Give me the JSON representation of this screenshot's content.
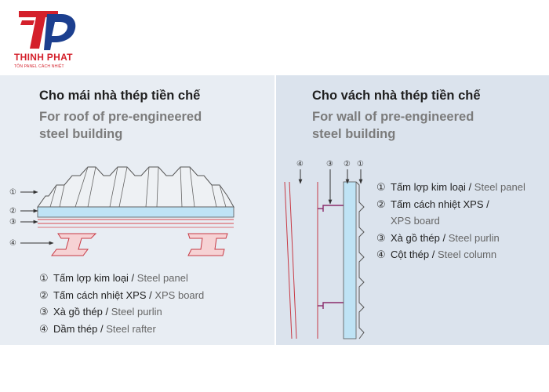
{
  "brand": {
    "name": "THINH PHAT",
    "tagline": "TÔN PANEL CÁCH NHIỆT",
    "colors": {
      "red": "#d4202b",
      "blue": "#1c3f8f"
    }
  },
  "roof": {
    "title_vi": "Cho mái nhà thép tiền chế",
    "title_en_line1": "For roof of pre-engineered",
    "title_en_line2": "steel building",
    "legend": [
      {
        "num": "①",
        "vi": "Tấm lợp kim loại",
        "sep": " / ",
        "en": "Steel panel"
      },
      {
        "num": "②",
        "vi": "Tấm cách nhiệt XPS",
        "sep": " / ",
        "en": "XPS board"
      },
      {
        "num": "③",
        "vi": "Xà gồ thép",
        "sep": " / ",
        "en": "Steel purlin"
      },
      {
        "num": "④",
        "vi": "Dầm thép",
        "sep": " / ",
        "en": "Steel rafter"
      }
    ],
    "callouts": [
      "①",
      "②",
      "③",
      "④"
    ]
  },
  "wall": {
    "title_vi": "Cho vách nhà thép tiền chế",
    "title_en_line1": "For wall of pre-engineered",
    "title_en_line2": "steel building",
    "legend": [
      {
        "num": "①",
        "vi": "Tấm lợp kim loại",
        "sep": " / ",
        "en": "Steel panel"
      },
      {
        "num": "②",
        "vi": "Tấm cách nhiệt XPS",
        "sep": " /",
        "en": ""
      },
      {
        "num": "",
        "vi": "",
        "sep": "",
        "en": "XPS board"
      },
      {
        "num": "③",
        "vi": "Xà gồ thép",
        "sep": " / ",
        "en": "Steel purlin"
      },
      {
        "num": "④",
        "vi": "Cột thép",
        "sep": " / ",
        "en": "Steel column"
      }
    ],
    "callouts": [
      "④",
      "③",
      "②",
      "①"
    ]
  }
}
